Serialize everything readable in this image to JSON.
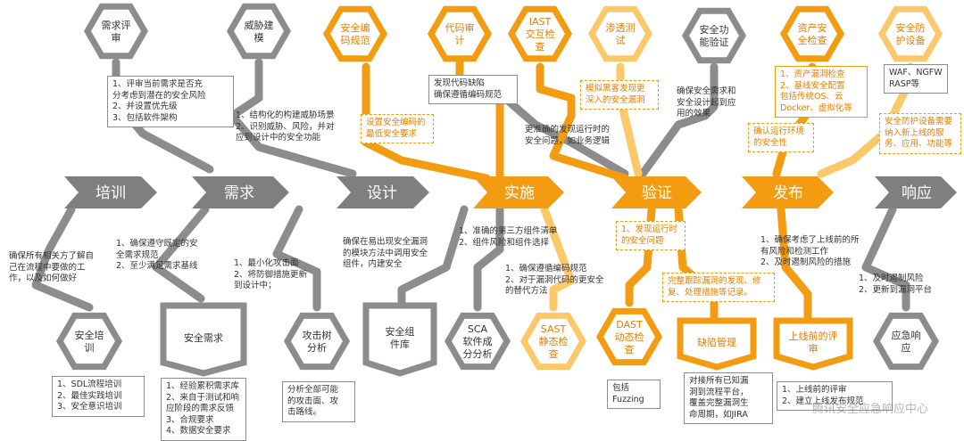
{
  "colors": {
    "gray": "#7f7f7f",
    "gray_light": "#9a9a9a",
    "orange": "#f39c12",
    "orange_dark": "#e67e00",
    "white": "#ffffff"
  },
  "stages": [
    {
      "id": "training",
      "label": "培训",
      "color": "gray"
    },
    {
      "id": "requirements",
      "label": "需求",
      "color": "gray"
    },
    {
      "id": "design",
      "label": "设计",
      "color": "gray"
    },
    {
      "id": "implementation",
      "label": "实施",
      "color": "orange"
    },
    {
      "id": "verification",
      "label": "验证",
      "color": "orange"
    },
    {
      "id": "release",
      "label": "发布",
      "color": "orange"
    },
    {
      "id": "response",
      "label": "响应",
      "color": "gray"
    }
  ],
  "hexagons": {
    "req_review": {
      "label": "需求评\n审",
      "style": "gray-outline"
    },
    "threat_modeling": {
      "label": "威胁建\n模",
      "style": "gray-outline"
    },
    "secure_coding": {
      "label": "安全编\n码规范",
      "style": "orange-outline"
    },
    "code_audit": {
      "label": "代码审\n计",
      "style": "orange-outline"
    },
    "iast": {
      "label": "IAST\n交互检\n查",
      "style": "orange-outline"
    },
    "pentest": {
      "label": "渗透测\n试",
      "style": "orange-light"
    },
    "func_verify": {
      "label": "安全功\n能验证",
      "style": "gray-outline"
    },
    "asset_check": {
      "label": "资产安\n全检查",
      "style": "orange-outline"
    },
    "defense_device": {
      "label": "安全防\n护设备",
      "style": "orange-light"
    },
    "sec_training": {
      "label": "安全培\n训",
      "style": "gray-outline"
    },
    "attack_tree": {
      "label": "攻击树\n分析",
      "style": "gray-outline"
    },
    "sca": {
      "label": "SCA\n软件成\n分分析",
      "style": "gray-outline"
    },
    "sast": {
      "label": "SAST\n静态检\n查",
      "style": "orange-light"
    },
    "dast": {
      "label": "DAST\n动态检\n查",
      "style": "orange-outline"
    },
    "emergency": {
      "label": "应急响\n应",
      "style": "gray-outline"
    }
  },
  "pentagons": {
    "sec_requirements": {
      "label": "安全需求",
      "style": "gray"
    },
    "sec_component_lib": {
      "label": "安全组\n件库",
      "style": "gray"
    },
    "defect_mgmt": {
      "label": "缺陷管理",
      "style": "orange"
    },
    "prelaunch_review": {
      "label": "上线前的评\n审",
      "style": "orange"
    }
  },
  "notes": {
    "req_review": "1、评审当前需求是否充\n分考虑到潜在的安全风险\n2、并设置优先级\n3、包括软件架构",
    "threat_modeling": "1、结构化的构建威胁场景\n2、识别威胁、风险，并对\n应到设计中的安全功能",
    "secure_coding": "设置安全编码的\n最低安全要求",
    "code_audit": "发现代码缺陷\n确保遵循编码规范",
    "iast": "更准确的发现运行时的\n安全问题，如业务逻辑",
    "pentest": "模拟黑客发现更\n深入的安全漏洞",
    "func_verify": "确保安全需求和\n安全设计起到应\n用的效果",
    "asset_check_a": "1、资产漏洞检查\n2、基线安全配置\n包括传统OS、云\nDocker、虚拟化等",
    "asset_check_b": "确认运行环境\n的安全性",
    "defense_device_a": "WAF、NGFW\nRASP等",
    "defense_device_b": "安全防护设备需要\n纳入新上线的服\n务、应用、功能等",
    "training": "确保所有相关方了解自\n己在流程中要做的工\n作，以及如何做好",
    "requirements": "1、确保遵守既定的安\n全需求规范\n2、至少满足需求基线",
    "attack_surface": "1、最小化攻击面\n2、将防御措施更新\n到设计中；",
    "design_lib": "确保在易出现安全漏洞\n的模块方法中调用安全\n组件，内建安全",
    "impl_a": "1、准确的第三方组件清单\n2、组件风险和组件选择",
    "impl_b": "1、确保遵循编码规范\n2、对于漏洞代码的更安全\n的替代方法",
    "verify_a": "1、发现运行时\n的安全问题",
    "verify_b": "完整跟踪漏洞的发现、修\n复、处理措施等记录。",
    "release": "1、确保考虑了上线前的所\n有风险和检测工作\n2、及时遏制风险的措施",
    "response": "1、及时遏制风险\n2、更新到漏洞平台",
    "sec_training": "1、SDL流程培训\n2、最佳实践培训\n3、安全意识培训",
    "sec_requirements": "1、经验累积需求库\n2、来自于测试和响\n应阶段的需求反馈\n3、合规要求\n4、数据安全要求",
    "attack_tree": "分析全部可能\n的攻击面、攻\n击路线。",
    "dast": "包括Fuzzing",
    "defect_mgmt": "对接所有已知漏\n洞到流程平台，\n覆盖完整漏洞生\n命周期，如JIRA",
    "prelaunch_review": "1、上线前的评审\n2、建立上线发布规范"
  },
  "watermark": "腾讯安全应急响应中心"
}
